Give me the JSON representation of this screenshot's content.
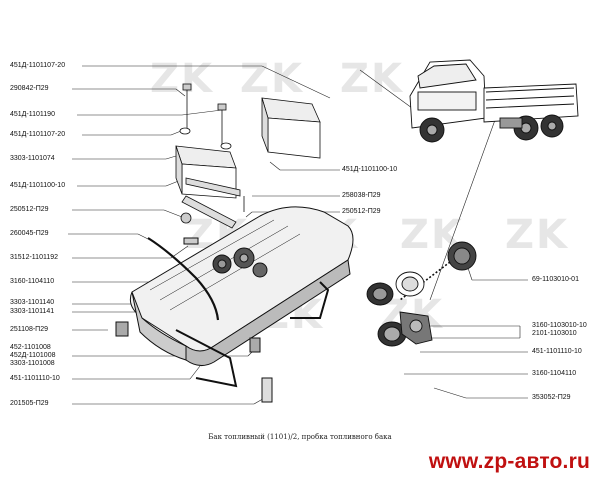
{
  "caption": "Бак топливный (1101)/2, пробка топливного бака",
  "website": "www.zp-авто.ru",
  "watermark": "ZK",
  "colors": {
    "site_text": "#c01010",
    "line": "#111111"
  },
  "labels_left": [
    "451Д-1101107-20",
    "290842-П29",
    "451Д-1101190",
    "451Д-1101107-20",
    "3303-1101074",
    "451Д-1101100-10",
    "250512-П29",
    "260045-П29",
    "31512-1101192",
    "3160-1104110",
    "3303-1101140",
    "3303-1101141",
    "251108-П29",
    "452-1101008",
    "452Д-1101008",
    "3303-1101008",
    "451-1101110-10",
    "201505-П29"
  ],
  "labels_middle": [
    "451Д-1101100-10",
    "258038-П29",
    "250512-П29"
  ],
  "labels_right": [
    "69-1103010-01",
    "3160-1103010-10",
    "2101-1103010",
    "451-1101110-10",
    "3160-1104110",
    "353052-П29"
  ]
}
